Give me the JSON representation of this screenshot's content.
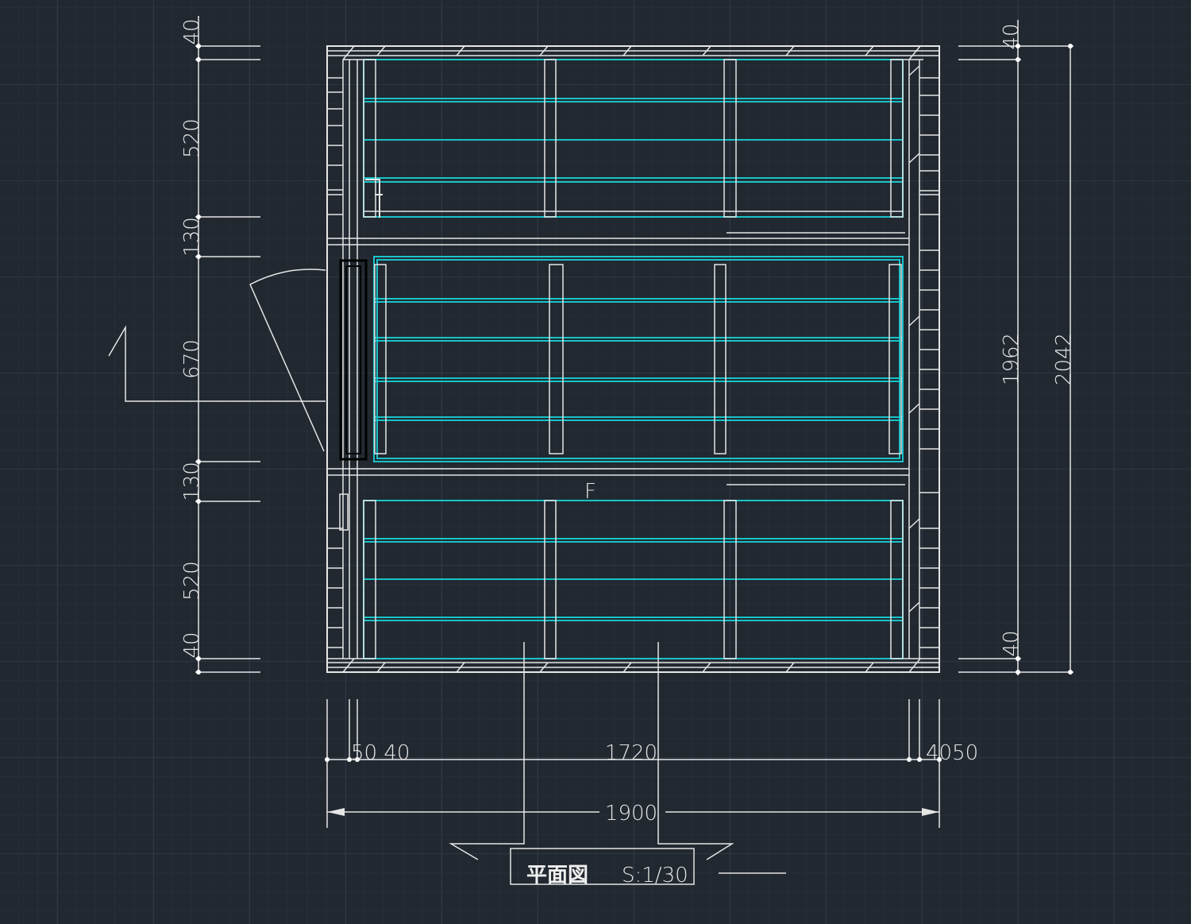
{
  "drawing": {
    "title": "平面図",
    "scale": "S:1/30",
    "mark": "F"
  },
  "dimensions": {
    "left": [
      "40",
      "520",
      "130",
      "670",
      "130",
      "520",
      "40"
    ],
    "right_inner": [
      "40",
      "1962",
      "40"
    ],
    "right_total": "2042",
    "bottom_segments": {
      "left": "50 40",
      "middle": "1720",
      "right": "4050"
    },
    "bottom_total": "1900"
  },
  "colors": {
    "background": "#212830",
    "lines": "#e6e6e6",
    "shelf": "#19c3c8"
  }
}
